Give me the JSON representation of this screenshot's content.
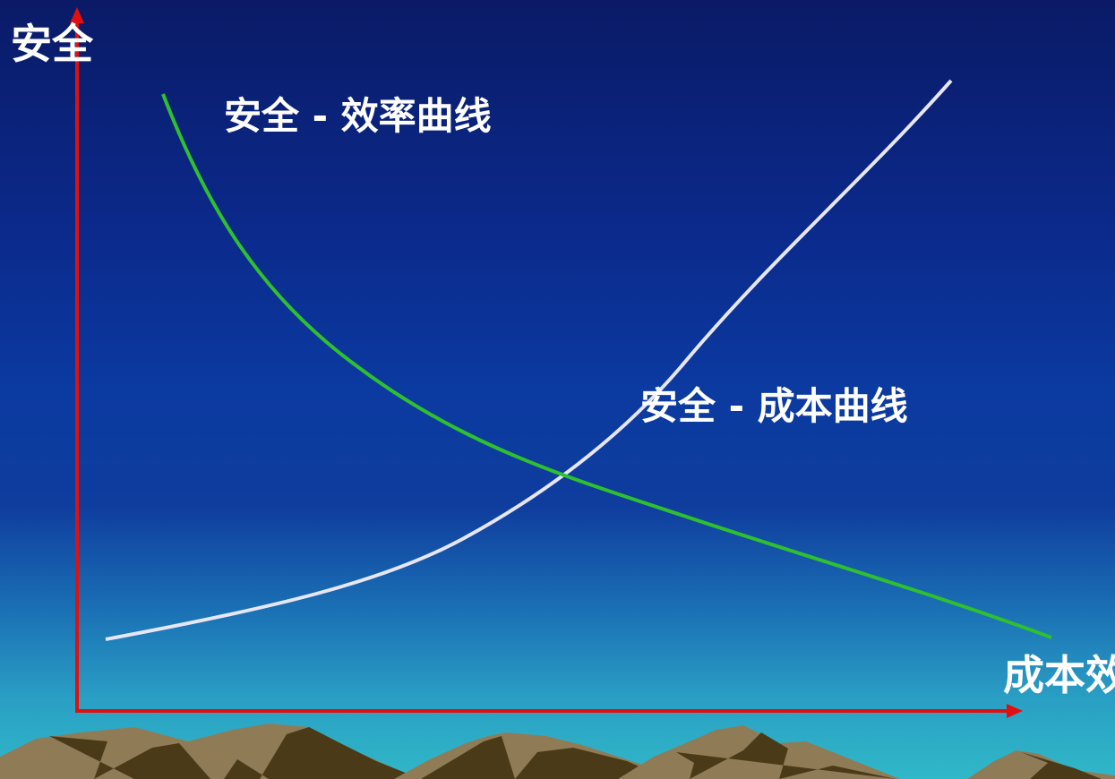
{
  "y_axis_title": "安全",
  "x_axis_title": "成本效率",
  "curves": {
    "efficiency_label": "安全 - 效率曲线",
    "cost_label": "安全 - 成本曲线"
  },
  "colors": {
    "axis": "#e01010",
    "efficiency_curve": "#2fc02f",
    "cost_curve": "#e6e6f5",
    "mountain_dark": "#4a3a18",
    "mountain_light": "#8f7c57"
  },
  "icons": {
    "mountains": "mountain-range-illustration",
    "axis_arrows": "arrow-head-icon"
  }
}
